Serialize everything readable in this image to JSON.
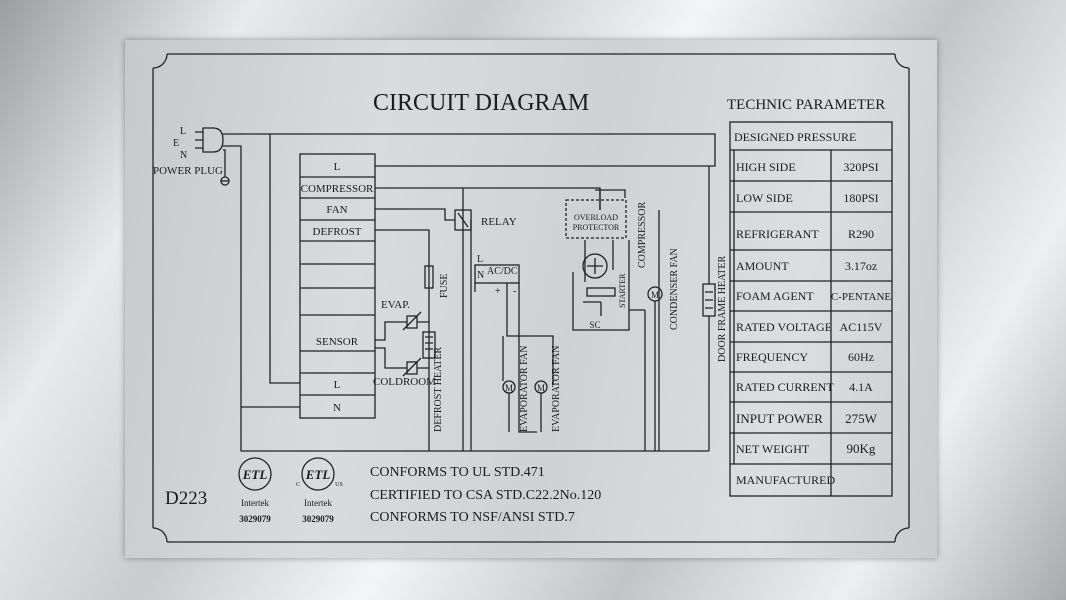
{
  "circuit": {
    "title": "CIRCUIT  DIAGRAM",
    "plug": {
      "l": "L",
      "e": "E",
      "n": "N",
      "label": "POWER PLUG"
    },
    "terminal_block": [
      "L",
      "COMPRESSOR",
      "FAN",
      "DEFROST",
      "",
      "",
      "",
      "SENSOR",
      "L",
      "N"
    ],
    "relay": "RELAY",
    "fuse": "FUSE",
    "evap": "EVAP.",
    "coldroom": "COLDROOM",
    "defrost_heater": "DEFROST HEATER",
    "acdc": {
      "l": "L",
      "n": "N",
      "label": "AC/DC",
      "plus": "+",
      "minus": "-"
    },
    "evaporator_fan_1": "EVAPORATOR FAN",
    "evaporator_fan_2": "EVAPORATOR FAN",
    "motor": "M",
    "overload_protector_1": "OVERLOAD",
    "overload_protector_2": "PROTECTOR",
    "starter": "STARTER",
    "sc": "SC",
    "compressor": "COMPRESSOR",
    "condenser_fan": "CONDENSER FAN",
    "door_frame_heater": "DOOR FRAME HEATER"
  },
  "technic": {
    "title": "TECHNIC  PARAMETER",
    "designed_pressure": "DESIGNED PRESSURE",
    "rows": [
      {
        "label": "HIGH SIDE",
        "value": "320PSI"
      },
      {
        "label": "LOW SIDE",
        "value": "180PSI"
      },
      {
        "label": "REFRIGERANT",
        "value": "R290"
      },
      {
        "label": "AMOUNT",
        "value": "3.17oz"
      },
      {
        "label": "FOAM AGENT",
        "value": "C-PENTANE"
      },
      {
        "label": "RATED VOLTAGE",
        "value": "AC115V"
      },
      {
        "label": "FREQUENCY",
        "value": "60Hz"
      },
      {
        "label": "RATED CURRENT",
        "value": "4.1A"
      },
      {
        "label": "INPUT POWER",
        "value": "275W"
      },
      {
        "label": "NET WEIGHT",
        "value": "90Kg"
      },
      {
        "label": "MANUFACTURED",
        "value": ""
      }
    ]
  },
  "footer": {
    "model": "D223",
    "cert1": {
      "mark": "ETL",
      "sub": "Intertek",
      "num": "3029079"
    },
    "cert2": {
      "mark": "ETL",
      "c": "C",
      "us": "US",
      "sub": "Intertek",
      "num": "3029079"
    },
    "standards": [
      "CONFORMS TO UL STD.471",
      "CERTIFIED TO CSA STD.C22.2No.120",
      "CONFORMS TO NSF/ANSI STD.7"
    ]
  }
}
